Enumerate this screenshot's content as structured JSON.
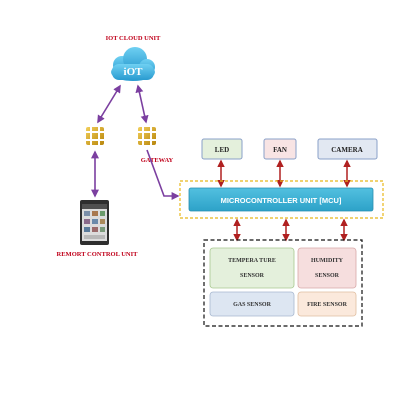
{
  "cloud": {
    "title": "IOT CLOUD UNIT",
    "logo": "iOT"
  },
  "gateway": {
    "label": "GATEWAY"
  },
  "remote": {
    "label": "REMORT CONTROL UNIT"
  },
  "mcu": {
    "label": "MICROCONTROLLER UNIT [MCU]"
  },
  "outputs": [
    {
      "label": "LED",
      "color": "#e4f0dc"
    },
    {
      "label": "FAN",
      "color": "#f8e4e4"
    },
    {
      "label": "CAMERA",
      "color": "#e2e8f2"
    }
  ],
  "sensors": {
    "temperature": {
      "line1": "TEMPERA TURE",
      "line2": "SENSOR",
      "color": "#e4f0dc"
    },
    "humidity": {
      "line1": "HUMIDITY",
      "line2": "SENSOR",
      "color": "#f6dede"
    },
    "gas": {
      "label": "GAS SENSOR",
      "color": "#dde6f2"
    },
    "fire": {
      "label": "FIRE SENSOR",
      "color": "#fbe9dc"
    }
  },
  "colors": {
    "label_red": "#c0001a",
    "arrow_purple": "#7b3fa0",
    "arrow_red": "#b02020",
    "mcu_blue": "#3ab0d2",
    "dashed_yellow": "#e8b81a"
  }
}
